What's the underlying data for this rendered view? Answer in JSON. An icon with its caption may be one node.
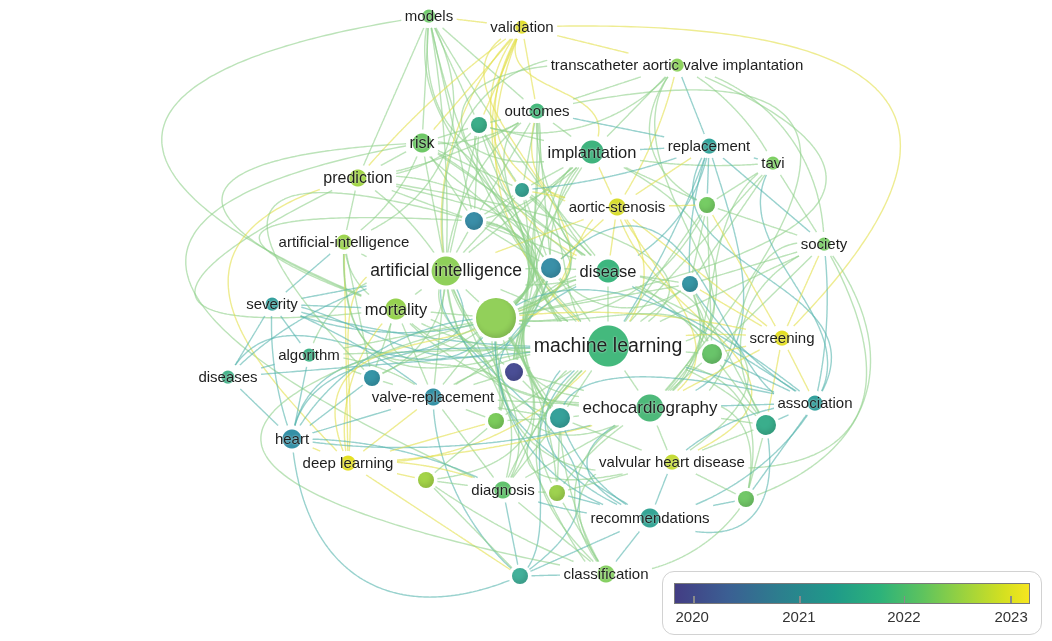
{
  "diagram": {
    "nodes": [
      {
        "text": [
          "models"
        ]
      },
      {
        "text": [
          "validation"
        ]
      },
      {
        "text": [
          "transcatheter aortic valve implantation"
        ]
      },
      {
        "text": [
          "outcomes"
        ]
      },
      {
        "text": [
          "risk"
        ]
      },
      {
        "text": [
          "implantation"
        ]
      },
      {
        "text": [
          "replacement"
        ]
      },
      {
        "text": [
          "tavi"
        ]
      },
      {
        "text": [
          "prediction"
        ]
      },
      {
        "text": [
          "aortic-stenosis"
        ]
      },
      {
        "text": [
          "artificial-intelligence"
        ]
      },
      {
        "text": [
          "society"
        ]
      },
      {
        "text": [
          "artificial intelligence"
        ]
      },
      {
        "text": [
          "disease"
        ]
      },
      {
        "text": [
          "severity"
        ]
      },
      {
        "text": [
          "mortality"
        ]
      },
      {
        "text": [
          "machine learning"
        ]
      },
      {
        "text": [
          "screening"
        ]
      },
      {
        "text": [
          "algorithm"
        ]
      },
      {
        "text": [
          "diseases"
        ]
      },
      {
        "text": [
          "valve-replacement"
        ]
      },
      {
        "text": [
          "echocardiography"
        ]
      },
      {
        "text": [
          "association"
        ]
      },
      {
        "text": [
          "heart"
        ]
      },
      {
        "text": [
          "deep learning"
        ]
      },
      {
        "text": [
          "valvular heart disease"
        ]
      },
      {
        "text": [
          "diagnosis"
        ]
      },
      {
        "text": [
          "recommendations"
        ]
      },
      {
        "text": [
          "classification"
        ]
      },
      {
        "text": [],
        "shape": "circle"
      },
      {
        "text": [],
        "shape": "circle"
      },
      {
        "text": [],
        "shape": "circle"
      },
      {
        "text": [],
        "shape": "circle"
      },
      {
        "text": [],
        "shape": "circle"
      },
      {
        "text": [],
        "shape": "circle"
      },
      {
        "text": [],
        "shape": "circle"
      },
      {
        "text": [],
        "shape": "circle"
      },
      {
        "text": [],
        "shape": "circle"
      },
      {
        "text": [],
        "shape": "circle"
      },
      {
        "text": [],
        "shape": "circle"
      },
      {
        "text": [],
        "shape": "circle"
      },
      {
        "text": [],
        "shape": "circle"
      },
      {
        "text": [],
        "shape": "circle"
      },
      {
        "text": [],
        "shape": "circle"
      },
      {
        "text": [],
        "shape": "circle"
      },
      {
        "text": [],
        "shape": "circle"
      }
    ],
    "edges": [
      {
        "from": 0,
        "to": 1,
        "arrow": "none",
        "color": "#e3e04a"
      },
      {
        "from": 0,
        "to": 3,
        "arrow": "none"
      },
      {
        "from": 0,
        "to": 4,
        "arrow": "none"
      },
      {
        "from": 0,
        "to": 5,
        "arrow": "none"
      },
      {
        "from": 0,
        "to": 8,
        "arrow": "none"
      },
      {
        "from": 0,
        "to": 10,
        "arrow": "none"
      },
      {
        "from": 0,
        "to": 12,
        "arrow": "none"
      },
      {
        "from": 0,
        "to": 13,
        "arrow": "none"
      },
      {
        "from": 0,
        "to": 15,
        "arrow": "none"
      },
      {
        "from": 0,
        "to": 16,
        "arrow": "none"
      },
      {
        "from": 0,
        "to": 29,
        "arrow": "none"
      },
      {
        "from": 0,
        "to": 31,
        "arrow": "none"
      },
      {
        "from": 0,
        "to": 35,
        "arrow": "none"
      },
      {
        "from": 1,
        "to": 2,
        "arrow": "none",
        "color": "#e3e04a"
      },
      {
        "from": 1,
        "to": 3,
        "arrow": "none",
        "color": "#e3e04a"
      },
      {
        "from": 1,
        "to": 4,
        "arrow": "none",
        "color": "#e3e04a"
      },
      {
        "from": 1,
        "to": 5,
        "arrow": "none",
        "color": "#e3e04a"
      },
      {
        "from": 1,
        "to": 8,
        "arrow": "none",
        "color": "#e3e04a"
      },
      {
        "from": 1,
        "to": 9,
        "arrow": "none",
        "color": "#e3e04a"
      },
      {
        "from": 1,
        "to": 12,
        "arrow": "none",
        "color": "#e3e04a"
      },
      {
        "from": 1,
        "to": 13,
        "arrow": "none",
        "color": "#e3e04a"
      },
      {
        "from": 1,
        "to": 16,
        "arrow": "none",
        "color": "#e3e04a"
      },
      {
        "from": 1,
        "to": 17,
        "arrow": "none",
        "color": "#e3e04a"
      },
      {
        "from": 1,
        "to": 29,
        "arrow": "none",
        "color": "#e3e04a"
      },
      {
        "from": 1,
        "to": 30,
        "arrow": "none",
        "color": "#e3e04a"
      },
      {
        "from": 1,
        "to": 35,
        "arrow": "none",
        "color": "#e3e04a"
      },
      {
        "from": 2,
        "to": 3,
        "arrow": "none"
      },
      {
        "from": 2,
        "to": 5,
        "arrow": "none"
      },
      {
        "from": 2,
        "to": 6,
        "arrow": "none",
        "color": "#55b4ad"
      },
      {
        "from": 2,
        "to": 7,
        "arrow": "none"
      },
      {
        "from": 2,
        "to": 9,
        "arrow": "none",
        "color": "#e3e04a"
      },
      {
        "from": 2,
        "to": 11,
        "arrow": "none"
      },
      {
        "from": 2,
        "to": 12,
        "arrow": "none"
      },
      {
        "from": 2,
        "to": 13,
        "arrow": "none"
      },
      {
        "from": 2,
        "to": 16,
        "arrow": "none"
      },
      {
        "from": 2,
        "to": 29,
        "arrow": "none"
      },
      {
        "from": 2,
        "to": 32,
        "arrow": "none"
      },
      {
        "from": 2,
        "to": 35,
        "arrow": "none"
      },
      {
        "from": 3,
        "to": 4,
        "arrow": "none"
      },
      {
        "from": 3,
        "to": 5,
        "arrow": "none"
      },
      {
        "from": 3,
        "to": 6,
        "arrow": "none",
        "color": "#55b4ad"
      },
      {
        "from": 3,
        "to": 8,
        "arrow": "none"
      },
      {
        "from": 3,
        "to": 9,
        "arrow": "none",
        "color": "#e3e04a"
      },
      {
        "from": 3,
        "to": 12,
        "arrow": "none"
      },
      {
        "from": 3,
        "to": 13,
        "arrow": "none"
      },
      {
        "from": 3,
        "to": 16,
        "arrow": "none"
      },
      {
        "from": 3,
        "to": 21,
        "arrow": "none"
      },
      {
        "from": 3,
        "to": 29,
        "arrow": "none"
      },
      {
        "from": 3,
        "to": 30,
        "arrow": "none"
      },
      {
        "from": 3,
        "to": 31,
        "arrow": "none"
      },
      {
        "from": 3,
        "to": 33,
        "arrow": "none"
      },
      {
        "from": 3,
        "to": 35,
        "arrow": "none"
      },
      {
        "from": 3,
        "to": 36,
        "arrow": "none"
      },
      {
        "from": 4,
        "to": 8,
        "arrow": "none"
      },
      {
        "from": 4,
        "to": 10,
        "arrow": "none"
      },
      {
        "from": 4,
        "to": 12,
        "arrow": "none"
      },
      {
        "from": 4,
        "to": 13,
        "arrow": "none"
      },
      {
        "from": 4,
        "to": 15,
        "arrow": "none"
      },
      {
        "from": 4,
        "to": 16,
        "arrow": "none"
      },
      {
        "from": 4,
        "to": 20,
        "arrow": "none"
      },
      {
        "from": 4,
        "to": 26,
        "arrow": "none"
      },
      {
        "from": 4,
        "to": 29,
        "arrow": "none"
      },
      {
        "from": 4,
        "to": 30,
        "arrow": "none"
      },
      {
        "from": 4,
        "to": 31,
        "arrow": "none"
      },
      {
        "from": 4,
        "to": 35,
        "arrow": "none"
      },
      {
        "from": 5,
        "to": 6,
        "arrow": "none",
        "color": "#55b4ad"
      },
      {
        "from": 5,
        "to": 7,
        "arrow": "none"
      },
      {
        "from": 5,
        "to": 9,
        "arrow": "none",
        "color": "#e3e04a"
      },
      {
        "from": 5,
        "to": 12,
        "arrow": "none"
      },
      {
        "from": 5,
        "to": 13,
        "arrow": "none"
      },
      {
        "from": 5,
        "to": 16,
        "arrow": "none"
      },
      {
        "from": 5,
        "to": 21,
        "arrow": "none"
      },
      {
        "from": 5,
        "to": 29,
        "arrow": "none"
      },
      {
        "from": 5,
        "to": 30,
        "arrow": "none"
      },
      {
        "from": 5,
        "to": 31,
        "arrow": "none"
      },
      {
        "from": 5,
        "to": 32,
        "arrow": "none"
      },
      {
        "from": 5,
        "to": 33,
        "arrow": "none"
      },
      {
        "from": 5,
        "to": 35,
        "arrow": "none"
      },
      {
        "from": 5,
        "to": 40,
        "arrow": "none"
      },
      {
        "from": 6,
        "to": 7,
        "arrow": "none",
        "color": "#55b4ad"
      },
      {
        "from": 6,
        "to": 9,
        "arrow": "none",
        "color": "#e3e04a"
      },
      {
        "from": 6,
        "to": 11,
        "arrow": "none",
        "color": "#55b4ad"
      },
      {
        "from": 6,
        "to": 13,
        "arrow": "none",
        "color": "#55b4ad"
      },
      {
        "from": 6,
        "to": 16,
        "arrow": "none",
        "color": "#55b4ad"
      },
      {
        "from": 6,
        "to": 21,
        "arrow": "none",
        "color": "#55b4ad"
      },
      {
        "from": 6,
        "to": 22,
        "arrow": "none",
        "color": "#55b4ad"
      },
      {
        "from": 6,
        "to": 30,
        "arrow": "none",
        "color": "#55b4ad"
      },
      {
        "from": 6,
        "to": 32,
        "arrow": "none",
        "color": "#55b4ad"
      },
      {
        "from": 6,
        "to": 34,
        "arrow": "none",
        "color": "#55b4ad"
      },
      {
        "from": 7,
        "to": 11,
        "arrow": "none"
      },
      {
        "from": 7,
        "to": 16,
        "arrow": "none"
      },
      {
        "from": 7,
        "to": 21,
        "arrow": "none"
      },
      {
        "from": 7,
        "to": 22,
        "arrow": "none",
        "color": "#55b4ad"
      },
      {
        "from": 7,
        "to": 32,
        "arrow": "none"
      },
      {
        "from": 7,
        "to": 34,
        "arrow": "none"
      },
      {
        "from": 8,
        "to": 10,
        "arrow": "none"
      },
      {
        "from": 8,
        "to": 12,
        "arrow": "none"
      },
      {
        "from": 8,
        "to": 15,
        "arrow": "none"
      },
      {
        "from": 8,
        "to": 16,
        "arrow": "none"
      },
      {
        "from": 8,
        "to": 24,
        "arrow": "none",
        "color": "#e3e04a"
      },
      {
        "from": 8,
        "to": 29,
        "arrow": "none"
      },
      {
        "from": 8,
        "to": 31,
        "arrow": "none"
      },
      {
        "from": 8,
        "to": 33,
        "arrow": "none"
      },
      {
        "from": 8,
        "to": 35,
        "arrow": "none"
      },
      {
        "from": 9,
        "to": 12,
        "arrow": "none",
        "color": "#e3e04a"
      },
      {
        "from": 9,
        "to": 13,
        "arrow": "none",
        "color": "#e3e04a"
      },
      {
        "from": 9,
        "to": 16,
        "arrow": "none",
        "color": "#e3e04a"
      },
      {
        "from": 9,
        "to": 17,
        "arrow": "none",
        "color": "#e3e04a"
      },
      {
        "from": 9,
        "to": 21,
        "arrow": "none",
        "color": "#e3e04a"
      },
      {
        "from": 9,
        "to": 25,
        "arrow": "none",
        "color": "#e3e04a"
      },
      {
        "from": 9,
        "to": 30,
        "arrow": "none",
        "color": "#e3e04a"
      },
      {
        "from": 9,
        "to": 32,
        "arrow": "none",
        "color": "#e3e04a"
      },
      {
        "from": 9,
        "to": 33,
        "arrow": "none",
        "color": "#e3e04a"
      },
      {
        "from": 9,
        "to": 35,
        "arrow": "none",
        "color": "#e3e04a"
      },
      {
        "from": 10,
        "to": 12,
        "arrow": "none"
      },
      {
        "from": 10,
        "to": 14,
        "arrow": "none",
        "color": "#55b4ad"
      },
      {
        "from": 10,
        "to": 15,
        "arrow": "none"
      },
      {
        "from": 10,
        "to": 16,
        "arrow": "none"
      },
      {
        "from": 10,
        "to": 24,
        "arrow": "none",
        "color": "#e3e04a"
      },
      {
        "from": 10,
        "to": 35,
        "arrow": "none"
      },
      {
        "from": 10,
        "to": 38,
        "arrow": "none"
      },
      {
        "from": 11,
        "to": 16,
        "arrow": "none"
      },
      {
        "from": 11,
        "to": 17,
        "arrow": "none",
        "color": "#e3e04a"
      },
      {
        "from": 11,
        "to": 21,
        "arrow": "none"
      },
      {
        "from": 11,
        "to": 22,
        "arrow": "none",
        "color": "#55b4ad"
      },
      {
        "from": 11,
        "to": 25,
        "arrow": "none"
      },
      {
        "from": 11,
        "to": 32,
        "arrow": "none"
      },
      {
        "from": 11,
        "to": 34,
        "arrow": "none"
      },
      {
        "from": 11,
        "to": 37,
        "arrow": "none"
      },
      {
        "from": 11,
        "to": 41,
        "arrow": "none"
      },
      {
        "from": 11,
        "to": 44,
        "arrow": "none"
      },
      {
        "from": 12,
        "to": 13,
        "arrow": "none"
      },
      {
        "from": 12,
        "to": 14,
        "arrow": "none",
        "color": "#55b4ad"
      },
      {
        "from": 12,
        "to": 15,
        "arrow": "none"
      },
      {
        "from": 12,
        "to": 16,
        "arrow": "none"
      },
      {
        "from": 12,
        "to": 18,
        "arrow": "none"
      },
      {
        "from": 12,
        "to": 19,
        "arrow": "none",
        "color": "#55b4ad"
      },
      {
        "from": 12,
        "to": 20,
        "arrow": "none"
      },
      {
        "from": 12,
        "to": 21,
        "arrow": "none"
      },
      {
        "from": 12,
        "to": 23,
        "arrow": "none",
        "color": "#55b4ad"
      },
      {
        "from": 12,
        "to": 24,
        "arrow": "none",
        "color": "#e3e04a"
      },
      {
        "from": 12,
        "to": 26,
        "arrow": "none"
      },
      {
        "from": 12,
        "to": 28,
        "arrow": "none"
      },
      {
        "from": 12,
        "to": 29,
        "arrow": "none"
      },
      {
        "from": 12,
        "to": 30,
        "arrow": "none"
      },
      {
        "from": 12,
        "to": 31,
        "arrow": "none"
      },
      {
        "from": 12,
        "to": 33,
        "arrow": "none"
      },
      {
        "from": 12,
        "to": 35,
        "arrow": "none"
      },
      {
        "from": 12,
        "to": 36,
        "arrow": "none"
      },
      {
        "from": 12,
        "to": 38,
        "arrow": "none"
      },
      {
        "from": 12,
        "to": 39,
        "arrow": "none"
      },
      {
        "from": 12,
        "to": 40,
        "arrow": "none"
      },
      {
        "from": 12,
        "to": 45,
        "arrow": "none",
        "color": "#55b4ad"
      },
      {
        "from": 13,
        "to": 16,
        "arrow": "none"
      },
      {
        "from": 13,
        "to": 21,
        "arrow": "none"
      },
      {
        "from": 13,
        "to": 22,
        "arrow": "none",
        "color": "#55b4ad"
      },
      {
        "from": 13,
        "to": 25,
        "arrow": "none"
      },
      {
        "from": 13,
        "to": 27,
        "arrow": "none",
        "color": "#55b4ad"
      },
      {
        "from": 13,
        "to": 30,
        "arrow": "none"
      },
      {
        "from": 13,
        "to": 31,
        "arrow": "none"
      },
      {
        "from": 13,
        "to": 33,
        "arrow": "none"
      },
      {
        "from": 13,
        "to": 34,
        "arrow": "none"
      },
      {
        "from": 13,
        "to": 35,
        "arrow": "none"
      },
      {
        "from": 13,
        "to": 36,
        "arrow": "none"
      },
      {
        "from": 13,
        "to": 37,
        "arrow": "none"
      },
      {
        "from": 13,
        "to": 40,
        "arrow": "none"
      },
      {
        "from": 14,
        "to": 15,
        "arrow": "none",
        "color": "#55b4ad"
      },
      {
        "from": 14,
        "to": 16,
        "arrow": "none",
        "color": "#55b4ad"
      },
      {
        "from": 14,
        "to": 18,
        "arrow": "none",
        "color": "#55b4ad"
      },
      {
        "from": 14,
        "to": 19,
        "arrow": "none",
        "color": "#55b4ad"
      },
      {
        "from": 14,
        "to": 20,
        "arrow": "none",
        "color": "#55b4ad"
      },
      {
        "from": 14,
        "to": 23,
        "arrow": "none",
        "color": "#55b4ad"
      },
      {
        "from": 14,
        "to": 33,
        "arrow": "none",
        "color": "#55b4ad"
      },
      {
        "from": 14,
        "to": 35,
        "arrow": "none",
        "color": "#55b4ad"
      },
      {
        "from": 15,
        "to": 16,
        "arrow": "none"
      },
      {
        "from": 15,
        "to": 20,
        "arrow": "none"
      },
      {
        "from": 15,
        "to": 21,
        "arrow": "none"
      },
      {
        "from": 15,
        "to": 24,
        "arrow": "none",
        "color": "#e3e04a"
      },
      {
        "from": 15,
        "to": 26,
        "arrow": "none"
      },
      {
        "from": 15,
        "to": 31,
        "arrow": "none"
      },
      {
        "from": 15,
        "to": 33,
        "arrow": "none"
      },
      {
        "from": 15,
        "to": 35,
        "arrow": "none"
      },
      {
        "from": 15,
        "to": 38,
        "arrow": "none"
      },
      {
        "from": 15,
        "to": 39,
        "arrow": "none"
      },
      {
        "from": 16,
        "to": 17,
        "arrow": "none",
        "color": "#e3e04a"
      },
      {
        "from": 16,
        "to": 18,
        "arrow": "none"
      },
      {
        "from": 16,
        "to": 19,
        "arrow": "none",
        "color": "#55b4ad"
      },
      {
        "from": 16,
        "to": 20,
        "arrow": "none"
      },
      {
        "from": 16,
        "to": 21,
        "arrow": "none"
      },
      {
        "from": 16,
        "to": 22,
        "arrow": "none",
        "color": "#55b4ad"
      },
      {
        "from": 16,
        "to": 23,
        "arrow": "none",
        "color": "#55b4ad"
      },
      {
        "from": 16,
        "to": 24,
        "arrow": "none",
        "color": "#e3e04a"
      },
      {
        "from": 16,
        "to": 25,
        "arrow": "none"
      },
      {
        "from": 16,
        "to": 26,
        "arrow": "none"
      },
      {
        "from": 16,
        "to": 27,
        "arrow": "none",
        "color": "#55b4ad"
      },
      {
        "from": 16,
        "to": 28,
        "arrow": "none"
      },
      {
        "from": 16,
        "to": 29,
        "arrow": "none"
      },
      {
        "from": 16,
        "to": 30,
        "arrow": "none"
      },
      {
        "from": 16,
        "to": 31,
        "arrow": "none"
      },
      {
        "from": 16,
        "to": 32,
        "arrow": "none"
      },
      {
        "from": 16,
        "to": 33,
        "arrow": "none"
      },
      {
        "from": 16,
        "to": 34,
        "arrow": "none"
      },
      {
        "from": 16,
        "to": 35,
        "arrow": "none"
      },
      {
        "from": 16,
        "to": 36,
        "arrow": "none"
      },
      {
        "from": 16,
        "to": 37,
        "arrow": "none"
      },
      {
        "from": 16,
        "to": 39,
        "arrow": "none"
      },
      {
        "from": 16,
        "to": 40,
        "arrow": "none"
      },
      {
        "from": 16,
        "to": 41,
        "arrow": "none"
      },
      {
        "from": 16,
        "to": 43,
        "arrow": "none"
      },
      {
        "from": 16,
        "to": 44,
        "arrow": "none"
      },
      {
        "from": 16,
        "to": 45,
        "arrow": "none",
        "color": "#55b4ad"
      },
      {
        "from": 17,
        "to": 21,
        "arrow": "none",
        "color": "#e3e04a"
      },
      {
        "from": 17,
        "to": 22,
        "arrow": "none",
        "color": "#e3e04a"
      },
      {
        "from": 17,
        "to": 32,
        "arrow": "none",
        "color": "#e3e04a"
      },
      {
        "from": 17,
        "to": 34,
        "arrow": "none",
        "color": "#e3e04a"
      },
      {
        "from": 17,
        "to": 35,
        "arrow": "none",
        "color": "#e3e04a"
      },
      {
        "from": 17,
        "to": 37,
        "arrow": "none",
        "color": "#e3e04a"
      },
      {
        "from": 17,
        "to": 41,
        "arrow": "none",
        "color": "#e3e04a"
      },
      {
        "from": 18,
        "to": 19,
        "arrow": "none",
        "color": "#55b4ad"
      },
      {
        "from": 18,
        "to": 20,
        "arrow": "none"
      },
      {
        "from": 18,
        "to": 23,
        "arrow": "none",
        "color": "#55b4ad"
      },
      {
        "from": 18,
        "to": 35,
        "arrow": "none"
      },
      {
        "from": 18,
        "to": 38,
        "arrow": "none"
      },
      {
        "from": 19,
        "to": 23,
        "arrow": "none",
        "color": "#55b4ad"
      },
      {
        "from": 19,
        "to": 35,
        "arrow": "none",
        "color": "#55b4ad"
      },
      {
        "from": 20,
        "to": 21,
        "arrow": "none"
      },
      {
        "from": 20,
        "to": 23,
        "arrow": "none",
        "color": "#55b4ad"
      },
      {
        "from": 20,
        "to": 24,
        "arrow": "none",
        "color": "#e3e04a"
      },
      {
        "from": 20,
        "to": 26,
        "arrow": "none"
      },
      {
        "from": 20,
        "to": 35,
        "arrow": "none"
      },
      {
        "from": 20,
        "to": 36,
        "arrow": "none"
      },
      {
        "from": 20,
        "to": 38,
        "arrow": "none"
      },
      {
        "from": 20,
        "to": 39,
        "arrow": "none"
      },
      {
        "from": 20,
        "to": 40,
        "arrow": "none"
      },
      {
        "from": 20,
        "to": 45,
        "arrow": "none",
        "color": "#55b4ad"
      },
      {
        "from": 21,
        "to": 22,
        "arrow": "none",
        "color": "#55b4ad"
      },
      {
        "from": 21,
        "to": 23,
        "arrow": "none",
        "color": "#55b4ad"
      },
      {
        "from": 21,
        "to": 24,
        "arrow": "none",
        "color": "#e3e04a"
      },
      {
        "from": 21,
        "to": 25,
        "arrow": "none"
      },
      {
        "from": 21,
        "to": 26,
        "arrow": "none"
      },
      {
        "from": 21,
        "to": 27,
        "arrow": "none",
        "color": "#55b4ad"
      },
      {
        "from": 21,
        "to": 28,
        "arrow": "none"
      },
      {
        "from": 21,
        "to": 33,
        "arrow": "none"
      },
      {
        "from": 21,
        "to": 34,
        "arrow": "none"
      },
      {
        "from": 21,
        "to": 35,
        "arrow": "none"
      },
      {
        "from": 21,
        "to": 36,
        "arrow": "none"
      },
      {
        "from": 21,
        "to": 37,
        "arrow": "none"
      },
      {
        "from": 21,
        "to": 40,
        "arrow": "none"
      },
      {
        "from": 21,
        "to": 41,
        "arrow": "none"
      },
      {
        "from": 21,
        "to": 43,
        "arrow": "none"
      },
      {
        "from": 21,
        "to": 44,
        "arrow": "none"
      },
      {
        "from": 22,
        "to": 25,
        "arrow": "none",
        "color": "#55b4ad"
      },
      {
        "from": 22,
        "to": 27,
        "arrow": "none",
        "color": "#55b4ad"
      },
      {
        "from": 22,
        "to": 33,
        "arrow": "none",
        "color": "#55b4ad"
      },
      {
        "from": 22,
        "to": 34,
        "arrow": "none",
        "color": "#55b4ad"
      },
      {
        "from": 22,
        "to": 35,
        "arrow": "none",
        "color": "#55b4ad"
      },
      {
        "from": 22,
        "to": 37,
        "arrow": "none",
        "color": "#55b4ad"
      },
      {
        "from": 22,
        "to": 40,
        "arrow": "none",
        "color": "#55b4ad"
      },
      {
        "from": 22,
        "to": 41,
        "arrow": "none",
        "color": "#55b4ad"
      },
      {
        "from": 22,
        "to": 44,
        "arrow": "none",
        "color": "#55b4ad"
      },
      {
        "from": 23,
        "to": 24,
        "arrow": "none",
        "color": "#e3e04a"
      },
      {
        "from": 23,
        "to": 26,
        "arrow": "none",
        "color": "#55b4ad"
      },
      {
        "from": 23,
        "to": 35,
        "arrow": "none",
        "color": "#55b4ad"
      },
      {
        "from": 23,
        "to": 38,
        "arrow": "none",
        "color": "#55b4ad"
      },
      {
        "from": 23,
        "to": 45,
        "arrow": "none",
        "color": "#55b4ad"
      },
      {
        "from": 24,
        "to": 26,
        "arrow": "none",
        "color": "#e3e04a"
      },
      {
        "from": 24,
        "to": 35,
        "arrow": "none",
        "color": "#e3e04a"
      },
      {
        "from": 24,
        "to": 39,
        "arrow": "none",
        "color": "#e3e04a"
      },
      {
        "from": 24,
        "to": 42,
        "arrow": "none",
        "color": "#e3e04a"
      },
      {
        "from": 24,
        "to": 45,
        "arrow": "none",
        "color": "#e3e04a"
      },
      {
        "from": 25,
        "to": 27,
        "arrow": "none",
        "color": "#55b4ad"
      },
      {
        "from": 25,
        "to": 28,
        "arrow": "none"
      },
      {
        "from": 25,
        "to": 35,
        "arrow": "none"
      },
      {
        "from": 25,
        "to": 40,
        "arrow": "none"
      },
      {
        "from": 25,
        "to": 41,
        "arrow": "none"
      },
      {
        "from": 25,
        "to": 43,
        "arrow": "none"
      },
      {
        "from": 25,
        "to": 44,
        "arrow": "none"
      },
      {
        "from": 26,
        "to": 27,
        "arrow": "none",
        "color": "#55b4ad"
      },
      {
        "from": 26,
        "to": 28,
        "arrow": "none"
      },
      {
        "from": 26,
        "to": 35,
        "arrow": "none"
      },
      {
        "from": 26,
        "to": 40,
        "arrow": "none"
      },
      {
        "from": 26,
        "to": 42,
        "arrow": "none"
      },
      {
        "from": 26,
        "to": 43,
        "arrow": "none"
      },
      {
        "from": 26,
        "to": 45,
        "arrow": "none",
        "color": "#55b4ad"
      },
      {
        "from": 27,
        "to": 28,
        "arrow": "none",
        "color": "#55b4ad"
      },
      {
        "from": 27,
        "to": 35,
        "arrow": "none",
        "color": "#55b4ad"
      },
      {
        "from": 27,
        "to": 40,
        "arrow": "none",
        "color": "#55b4ad"
      },
      {
        "from": 27,
        "to": 41,
        "arrow": "none",
        "color": "#55b4ad"
      },
      {
        "from": 27,
        "to": 43,
        "arrow": "none",
        "color": "#55b4ad"
      },
      {
        "from": 27,
        "to": 44,
        "arrow": "none",
        "color": "#55b4ad"
      },
      {
        "from": 27,
        "to": 45,
        "arrow": "none",
        "color": "#55b4ad"
      },
      {
        "from": 28,
        "to": 35,
        "arrow": "none"
      },
      {
        "from": 28,
        "to": 40,
        "arrow": "none"
      },
      {
        "from": 28,
        "to": 42,
        "arrow": "none"
      },
      {
        "from": 28,
        "to": 43,
        "arrow": "none"
      },
      {
        "from": 28,
        "to": 44,
        "arrow": "none"
      },
      {
        "from": 28,
        "to": 45,
        "arrow": "none",
        "color": "#55b4ad"
      },
      {
        "from": 29,
        "to": 30,
        "arrow": "none"
      },
      {
        "from": 29,
        "to": 31,
        "arrow": "none"
      },
      {
        "from": 29,
        "to": 33,
        "arrow": "none"
      },
      {
        "from": 29,
        "to": 35,
        "arrow": "none"
      },
      {
        "from": 30,
        "to": 31,
        "arrow": "none"
      },
      {
        "from": 30,
        "to": 33,
        "arrow": "none"
      },
      {
        "from": 30,
        "to": 35,
        "arrow": "none"
      },
      {
        "from": 30,
        "to": 36,
        "arrow": "none"
      },
      {
        "from": 31,
        "to": 33,
        "arrow": "none"
      },
      {
        "from": 31,
        "to": 35,
        "arrow": "none"
      },
      {
        "from": 31,
        "to": 36,
        "arrow": "none"
      },
      {
        "from": 31,
        "to": 38,
        "arrow": "none"
      },
      {
        "from": 32,
        "to": 34,
        "arrow": "none"
      },
      {
        "from": 32,
        "to": 35,
        "arrow": "none"
      },
      {
        "from": 32,
        "to": 37,
        "arrow": "none"
      },
      {
        "from": 33,
        "to": 34,
        "arrow": "none"
      },
      {
        "from": 33,
        "to": 35,
        "arrow": "none"
      },
      {
        "from": 33,
        "to": 36,
        "arrow": "none"
      },
      {
        "from": 33,
        "to": 40,
        "arrow": "none"
      },
      {
        "from": 34,
        "to": 35,
        "arrow": "none"
      },
      {
        "from": 34,
        "to": 37,
        "arrow": "none"
      },
      {
        "from": 34,
        "to": 41,
        "arrow": "none"
      },
      {
        "from": 35,
        "to": 36,
        "arrow": "none"
      },
      {
        "from": 35,
        "to": 37,
        "arrow": "none"
      },
      {
        "from": 35,
        "to": 38,
        "arrow": "none"
      },
      {
        "from": 35,
        "to": 39,
        "arrow": "none"
      },
      {
        "from": 35,
        "to": 40,
        "arrow": "none"
      },
      {
        "from": 35,
        "to": 42,
        "arrow": "none"
      },
      {
        "from": 35,
        "to": 43,
        "arrow": "none"
      },
      {
        "from": 36,
        "to": 40,
        "arrow": "none"
      },
      {
        "from": 37,
        "to": 41,
        "arrow": "none"
      },
      {
        "from": 39,
        "to": 40,
        "arrow": "none"
      },
      {
        "from": 39,
        "to": 42,
        "arrow": "none"
      },
      {
        "from": 40,
        "to": 43,
        "arrow": "none"
      },
      {
        "from": 41,
        "to": 44,
        "arrow": "none"
      },
      {
        "from": 42,
        "to": 45,
        "arrow": "none"
      }
    ],
    "labels": [
      "2020",
      "2021",
      "2022",
      "2023"
    ]
  }
}
